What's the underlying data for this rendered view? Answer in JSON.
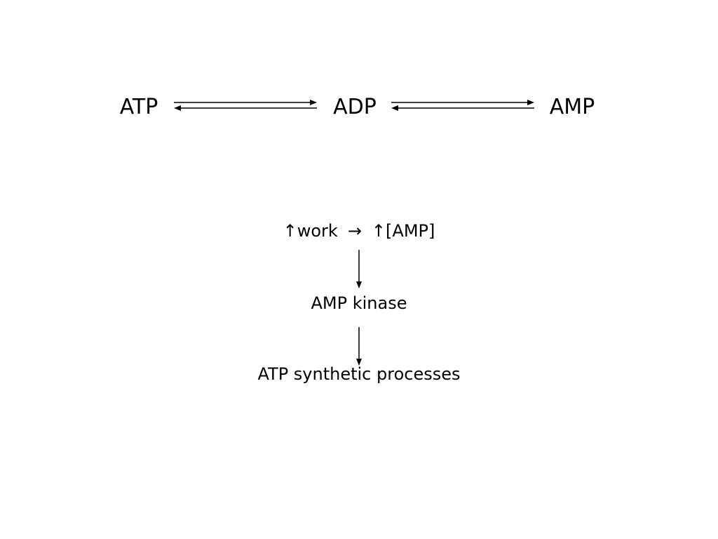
{
  "equilibrium": {
    "species": [
      "ATP",
      "ADP",
      "AMP"
    ]
  },
  "cascade": {
    "work_up_arrow": "↑",
    "work_label": "work",
    "yields_arrow": "→",
    "amp_up_arrow": "↑",
    "amp_conc_label": "[AMP]",
    "kinase_label": "AMP kinase",
    "outcome_label": "ATP synthetic processes"
  }
}
